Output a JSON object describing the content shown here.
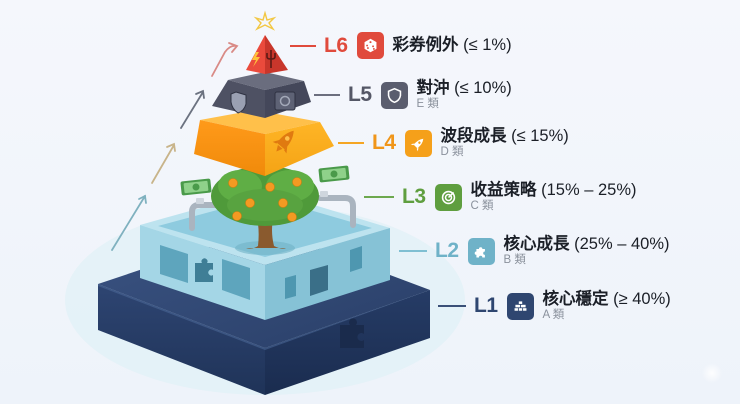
{
  "diagram": {
    "type": "investment-pyramid",
    "colors": {
      "background": "#f3f6fb",
      "L6": "#e04a3c",
      "L5": "#5a5d6e",
      "L4": "#f59a16",
      "L3": "#5f9e3f",
      "L2": "#6fb2c8",
      "L1": "#2f4670"
    },
    "levels": [
      {
        "code": "L6",
        "name": "彩券例外",
        "range": "(≤ 1%)",
        "class": "",
        "icon": "dice-icon",
        "color": "#e04a3c"
      },
      {
        "code": "L5",
        "name": "對沖",
        "range": "(≤ 10%)",
        "class": "E 類",
        "icon": "shield-icon",
        "color": "#5a5d6e"
      },
      {
        "code": "L4",
        "name": "波段成長",
        "range": "(≤ 15%)",
        "class": "D 類",
        "icon": "rocket-icon",
        "color": "#f59a16"
      },
      {
        "code": "L3",
        "name": "收益策略",
        "range": "(15% – 25%)",
        "class": "C 類",
        "icon": "target-icon",
        "color": "#5f9e3f"
      },
      {
        "code": "L2",
        "name": "核心成長",
        "range": "(25% – 40%)",
        "class": "B 類",
        "icon": "puzzle-icon",
        "color": "#6fb2c8"
      },
      {
        "code": "L1",
        "name": "核心穩定",
        "range": "(≥ 40%)",
        "class": "A 類",
        "icon": "bricks-icon",
        "color": "#2f4670"
      }
    ],
    "illustration": {
      "L6": "red pyramid with lightning and trident symbols, sparkle on top",
      "L5": "dark gray frustum with shield and safe symbols",
      "L4": "orange frustum with rocket symbol",
      "L3": "orange tree with money bills and water pipes",
      "L2": "light blue building with puzzle piece",
      "L1": "dark navy foundation block with puzzle piece"
    }
  }
}
